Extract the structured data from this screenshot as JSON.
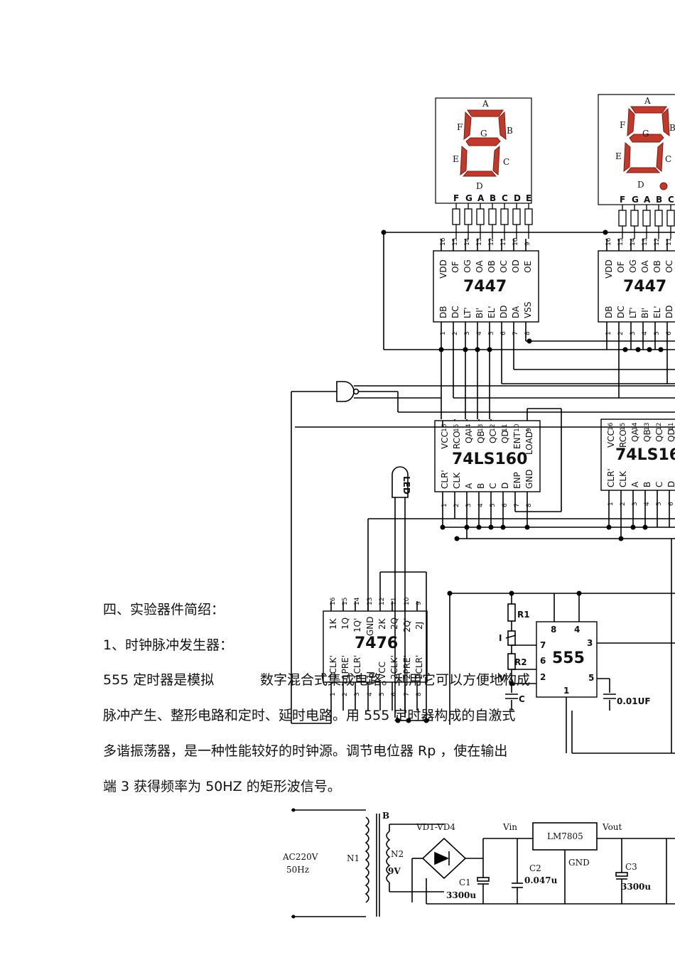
{
  "displays": {
    "seg_labels": [
      "A",
      "B",
      "C",
      "D",
      "E",
      "F",
      "G"
    ],
    "pin_labels_left": [
      "F",
      "G",
      "A",
      "B",
      "C",
      "D",
      "E"
    ],
    "pin_labels_right": [
      "F",
      "G",
      "A",
      "B",
      "C"
    ]
  },
  "decoder": {
    "title": "7447",
    "top_pins": [
      "VDD",
      "OF",
      "OG",
      "OA",
      "OB",
      "OC",
      "OD",
      "OE"
    ],
    "bottom_pins": [
      "DB",
      "DC",
      "LT'",
      "BI'",
      "EL'",
      "DD",
      "DA",
      "VSS"
    ],
    "top_numbers": [
      "16",
      "15",
      "14",
      "13",
      "12",
      "11",
      "10",
      "9"
    ],
    "bottom_numbers": [
      "1",
      "2",
      "3",
      "4",
      "5",
      "6",
      "7",
      "8"
    ]
  },
  "counter": {
    "title_left": "74LS160",
    "title_right": "74LS16",
    "top_pins": [
      "VCC",
      "RCO",
      "QA",
      "QB",
      "QC",
      "QD",
      "ENT",
      "LOAD'"
    ],
    "bottom_pins": [
      "CLR'",
      "CLK",
      "A",
      "B",
      "C",
      "D",
      "ENP",
      "GND"
    ],
    "top_numbers": [
      "16",
      "15",
      "14",
      "13",
      "12",
      "11",
      "10",
      "9"
    ],
    "bottom_numbers": [
      "1",
      "2",
      "3",
      "4",
      "5",
      "6",
      "7",
      "8"
    ]
  },
  "led_label": "LED",
  "flipflop": {
    "title": "7476",
    "top_pins": [
      "1K",
      "1Q",
      "1Q'",
      "GND",
      "2K",
      "2Q",
      "2Q'",
      "2J"
    ],
    "bottom_pins": [
      "1CLK'",
      "1PRE'",
      "1CLR'",
      "1J",
      "VCC",
      "2CLK'",
      "2PRE'",
      "2CLR'"
    ],
    "top_numbers": [
      "16",
      "15",
      "14",
      "13",
      "12",
      "11",
      "10",
      "9"
    ],
    "bottom_numbers": [
      "1",
      "2",
      "3",
      "4",
      "5",
      "6",
      "7",
      "8"
    ]
  },
  "timer": {
    "title": "555",
    "pins": [
      "8",
      "4",
      "7",
      "6",
      "2",
      "3",
      "5",
      "1"
    ],
    "r1": "R1",
    "r2": "R2",
    "rp": "I",
    "c": "C",
    "vc": "V",
    "cap_label": "0.01UF"
  },
  "text": {
    "heading": "四、实验器件简绍：",
    "sub": "1、时钟脉冲发生器：",
    "line1_a": "555  定时器是模拟",
    "line1_b": "数字混合式集成电路。利用它可以方便地构成",
    "line2": "脉冲产生、整形电路和定时、延时电路。用 555 定时器构成的自激式",
    "line3": "多谐振荡器，是一种性能较好的时钟源。调节电位器  Rp  ，使在输出",
    "line4": "端 3 获得频率为 50HZ 的矩形波信号。"
  },
  "psu": {
    "b": "B",
    "ac": "AC220V",
    "hz": "50Hz",
    "n1": "N1",
    "n2": "N2",
    "v9": "9V",
    "vd": "VD1-VD4",
    "vin": "Vin",
    "reg": "LM7805",
    "vout": "Vout",
    "gnd": "GND",
    "c1": "C1",
    "c1v": "3300u",
    "c2": "C2",
    "c2v": "0.047u",
    "c3": "C3",
    "c3v": "3300u"
  }
}
